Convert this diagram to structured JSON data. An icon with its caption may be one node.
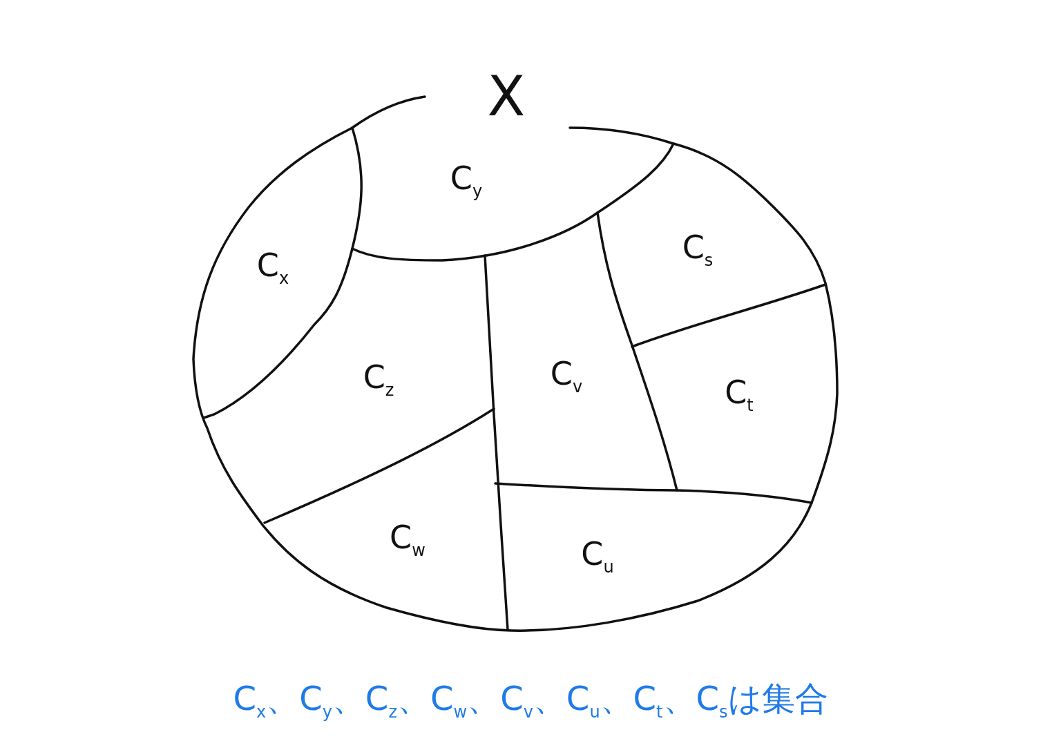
{
  "diagram": {
    "caption": "C$_{x}$、C$_{y}$、C$_{z}$、C$_{w}$、C$_{v}$、C$_{u}$、C$_{t}$、C$_{s}$は集合",
    "nodes": [
      {
        "text": [
          "X"
        ]
      },
      {
        "text": [
          "C$_{y}$"
        ],
        "in": 0
      },
      {
        "text": [
          "C$_{x}$"
        ],
        "in": 0
      },
      {
        "text": [
          "C$_{s}$"
        ],
        "in": 0
      },
      {
        "text": [
          "C$_{z}$"
        ],
        "in": 0
      },
      {
        "text": [
          "C$_{v}$"
        ],
        "in": 0
      },
      {
        "text": [
          "C$_{t}$"
        ],
        "in": 0
      },
      {
        "text": [
          "C$_{w}$"
        ],
        "in": 0
      },
      {
        "text": [
          "C$_{u}$"
        ],
        "in": 0
      }
    ]
  }
}
